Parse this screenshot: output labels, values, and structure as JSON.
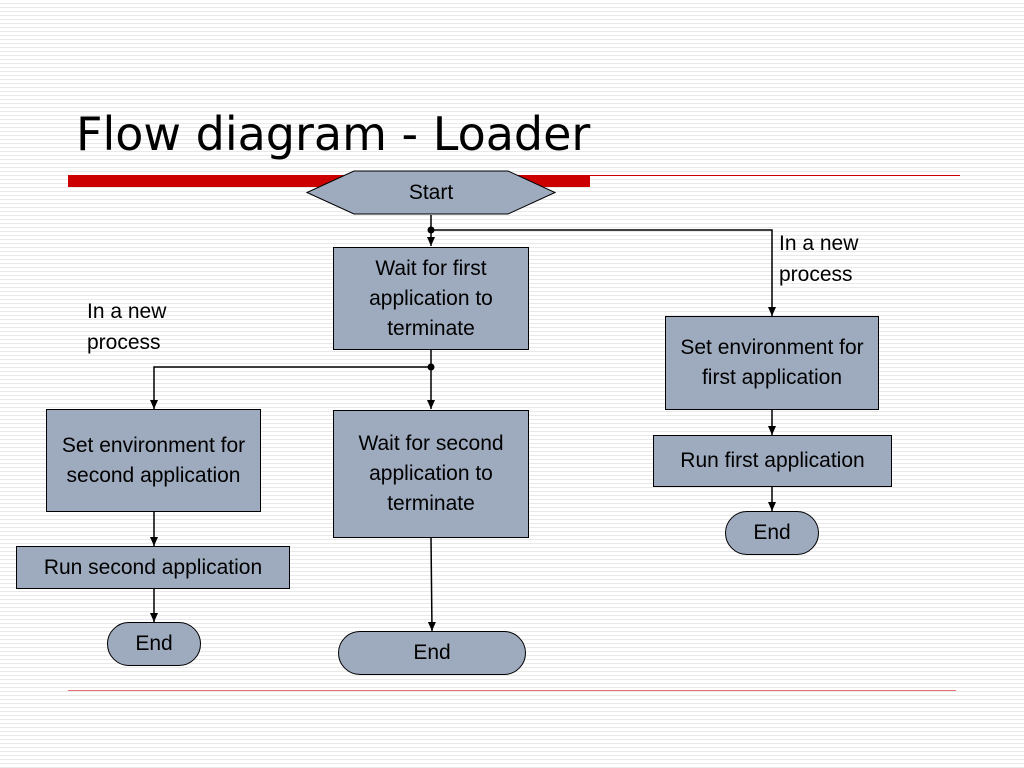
{
  "slide": {
    "title": "Flow diagram - Loader",
    "accent_color": "#cc0000",
    "box_fill_color": "#9eaabd",
    "connector_color": "#000000"
  },
  "flowchart": {
    "start": "Start",
    "wait_first": "Wait for first application to terminate",
    "wait_second": "Wait for second application to terminate",
    "set_env_first": "Set environment for first application",
    "run_first": "Run first application",
    "set_env_second": "Set environment for second application",
    "run_second": "Run second application",
    "end_first": "End",
    "end_second": "End",
    "end_wait": "End",
    "note_right": "In a new\nprocess",
    "note_left": "In a new\nprocess"
  }
}
